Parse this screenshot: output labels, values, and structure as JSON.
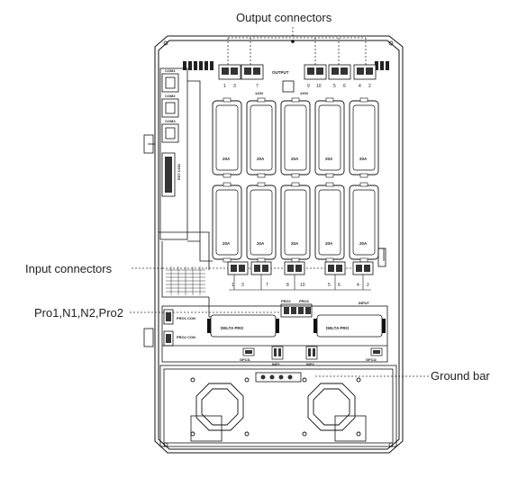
{
  "callouts": {
    "output_connectors": "Output connectors",
    "input_connectors": "Input connectors",
    "pro_n": "Pro1,N1,N2,Pro2",
    "ground_bar": "Ground bar"
  },
  "panel": {
    "com_labels": [
      "COM1",
      "COM2",
      "COM3"
    ],
    "rs_label": "RS7 CON",
    "output_label": "OUTPUT",
    "output_numbers": [
      "1",
      "3",
      "7",
      "9",
      "10",
      "5",
      "6",
      "4",
      "2"
    ],
    "voltage_labels": [
      "120V",
      "240V"
    ],
    "breaker_rating": "20A",
    "input_label": "INPUT",
    "input_numbers": [
      "1",
      "3",
      "7",
      "8",
      "10",
      "5",
      "6",
      "4",
      "2"
    ],
    "pro_labels": [
      "PRO1",
      "PRO2"
    ],
    "pro_con_labels": [
      "PRO1 CON",
      "PRO2 CON"
    ],
    "delta_labels": [
      "DELTA PRO",
      "DELTA PRO"
    ],
    "inpt_labels": [
      "INP1",
      "INP2"
    ],
    "gfci_labels": [
      "GFCI1",
      "GFCI2"
    ]
  }
}
